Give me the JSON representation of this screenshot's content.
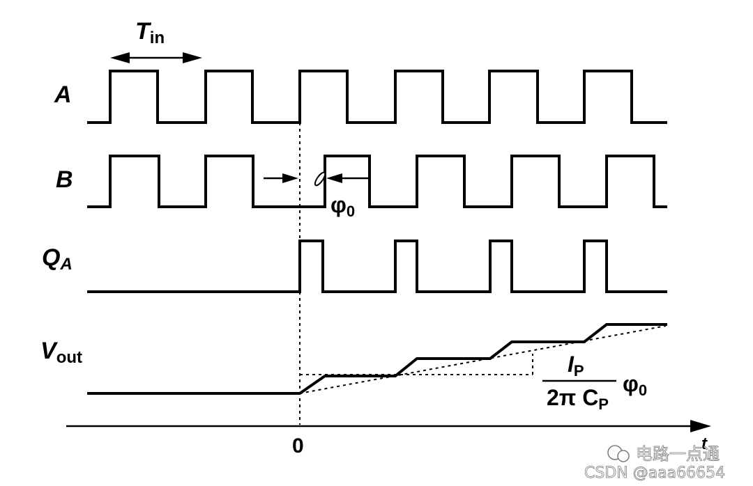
{
  "labels": {
    "period_symbol": "T",
    "period_sub": "in",
    "signal_a": "A",
    "signal_b": "B",
    "signal_q": "Q",
    "signal_q_sub": "A",
    "signal_v": "V",
    "signal_v_sub": "out",
    "phase": "φ",
    "phase_sub": "0",
    "frac_num": "I",
    "frac_num_sub": "P",
    "frac_den": "2π C",
    "frac_den_sub": "P",
    "frac_phase": "φ",
    "frac_phase_sub": "0",
    "origin": "0",
    "axis_end": "t"
  },
  "watermark": {
    "brand": "电路一点通",
    "credit": "CSDN @aaa66654"
  },
  "colors": {
    "stroke": "#000000",
    "background": "#ffffff",
    "watermark_outline": "#7a7a7a"
  }
}
